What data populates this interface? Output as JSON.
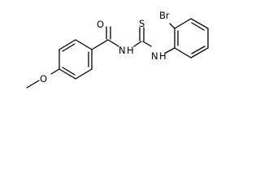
{
  "molecule": {
    "atoms": {
      "carbonyl_oxygen": "O",
      "thione_sulfur": "S",
      "amide_nitrogen": "N",
      "amide_hydrogen": "H",
      "thioamide_nitrogen": "N",
      "thioamide_hydrogen": "H",
      "bromine": "Br",
      "methoxy_oxygen": "O"
    },
    "colors": {
      "bond": "#000000",
      "label": "#000000",
      "background": "#ffffff"
    }
  }
}
